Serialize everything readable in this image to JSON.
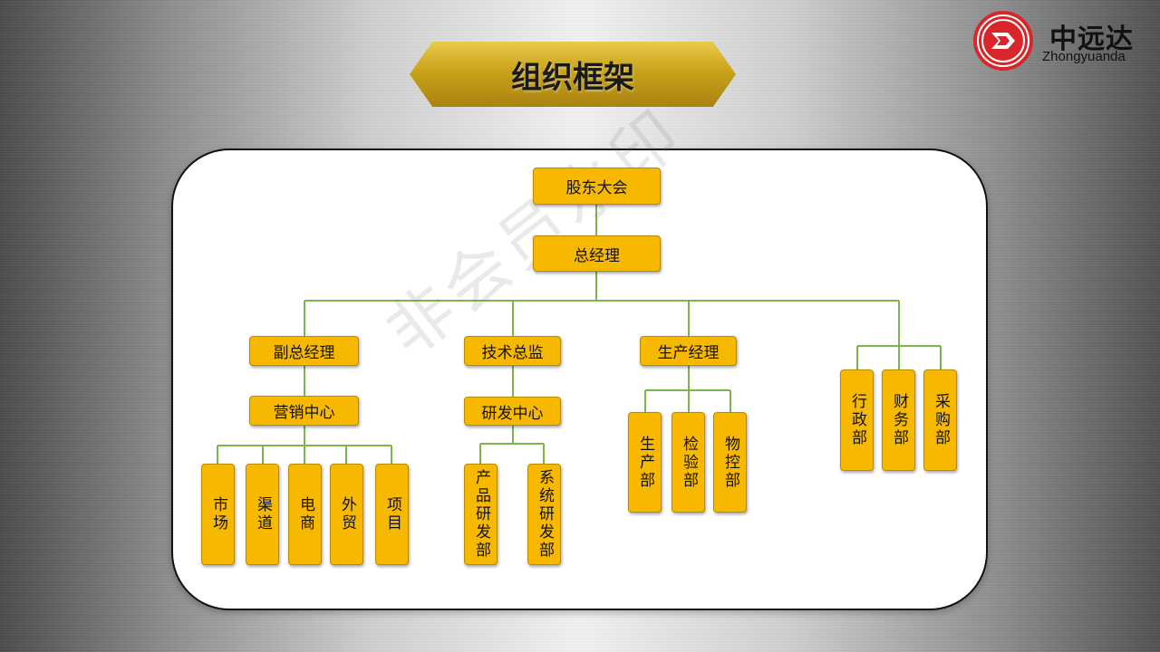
{
  "slide": {
    "title": "组织框架",
    "logo_cn": "中远达",
    "logo_en": "Zhongyuanda",
    "watermark": "非会员水印"
  },
  "org": {
    "shareholders": "股东大会",
    "gm": "总经理",
    "vice_gm": "副总经理",
    "cto": "技术总监",
    "prod_manager": "生产经理",
    "marketing_center": "营销中心",
    "rd_center": "研发中心",
    "marketing_depts": [
      "市场",
      "渠道",
      "电商",
      "外贸",
      "项目"
    ],
    "rd_depts": [
      "产品研发部",
      "系统研发部"
    ],
    "prod_depts": [
      "生产部",
      "检验部",
      "物控部"
    ],
    "admin_depts": [
      "行政部",
      "财务部",
      "采购部"
    ]
  },
  "colors": {
    "node_fill": "#f7b900",
    "connector": "#7ab648",
    "title_gold": "#c9a21a",
    "logo_red": "#d9262b"
  }
}
